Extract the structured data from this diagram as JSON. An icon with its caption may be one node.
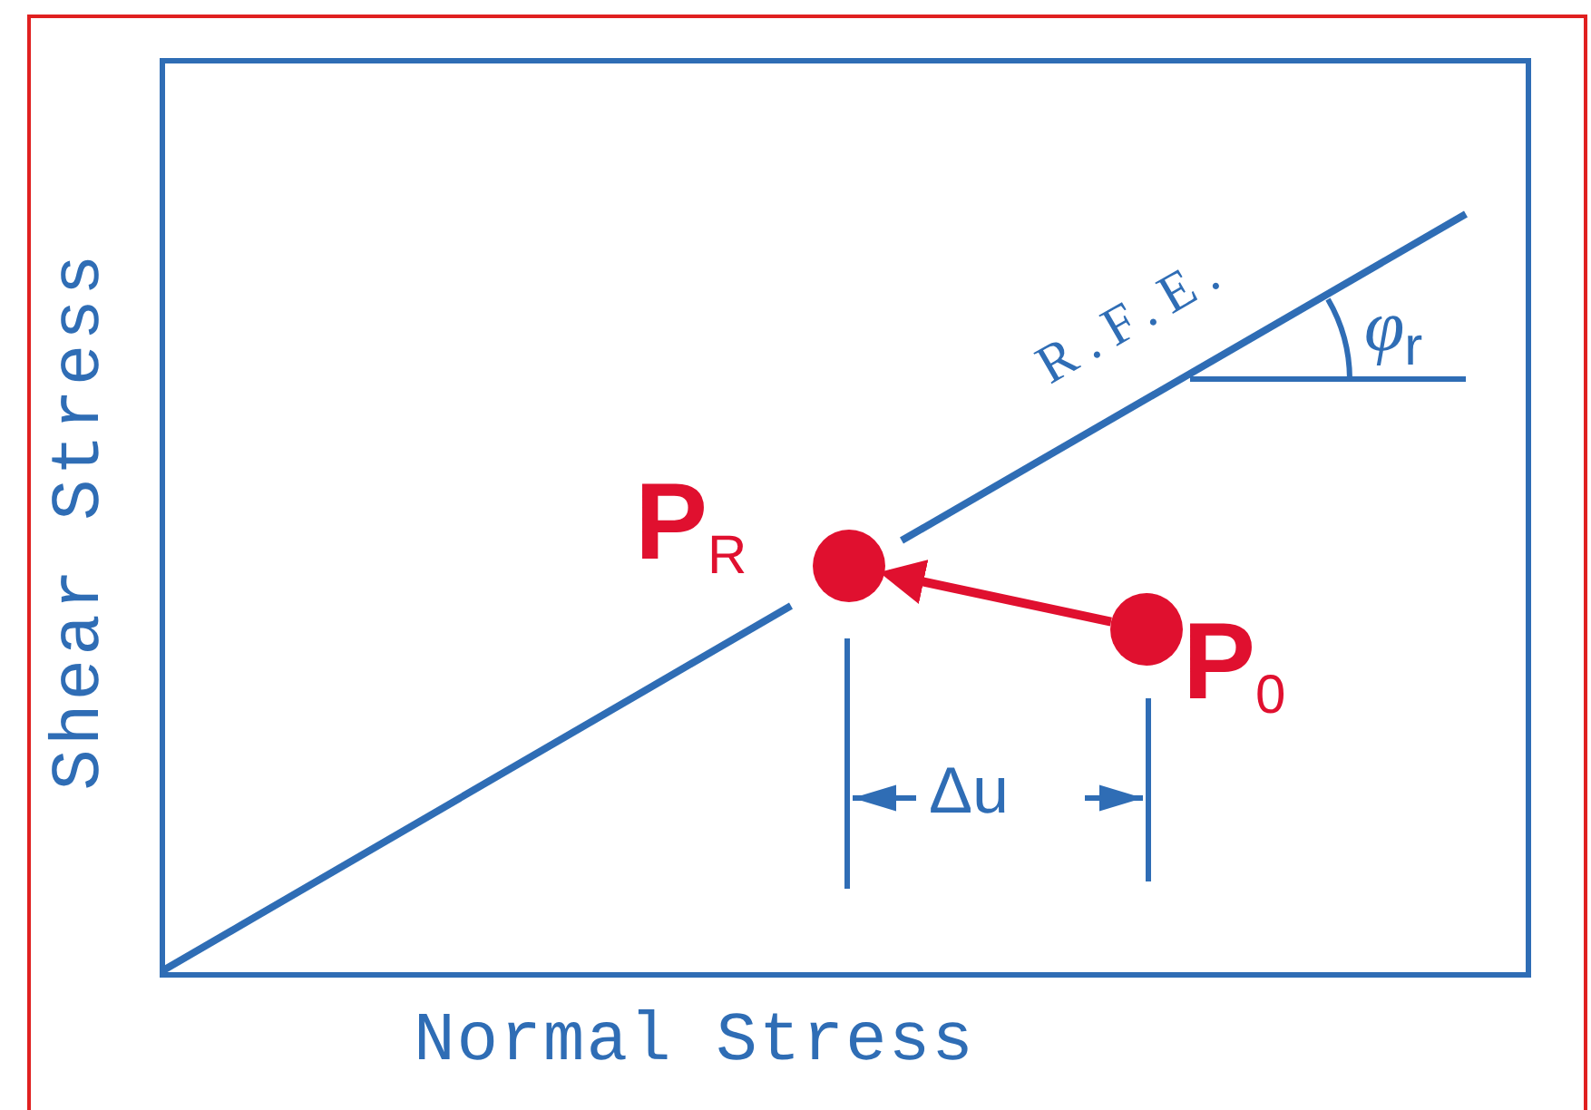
{
  "diagram": {
    "nodes": [
      {
        "text": [],
        "shape": "circle",
        "beside": [
          "P$_{R}$"
        ]
      },
      {
        "text": [],
        "shape": "circle",
        "beside": [
          "P$_{0}$"
        ]
      }
    ],
    "edges": [
      {
        "from": 1,
        "to": 0,
        "arrow": "to",
        "color": "#e0102f"
      }
    ],
    "labels": [
      "Shear Stress",
      "R.F.E.",
      "φ$_{r}$",
      "Δu",
      "Normal Stress"
    ]
  }
}
